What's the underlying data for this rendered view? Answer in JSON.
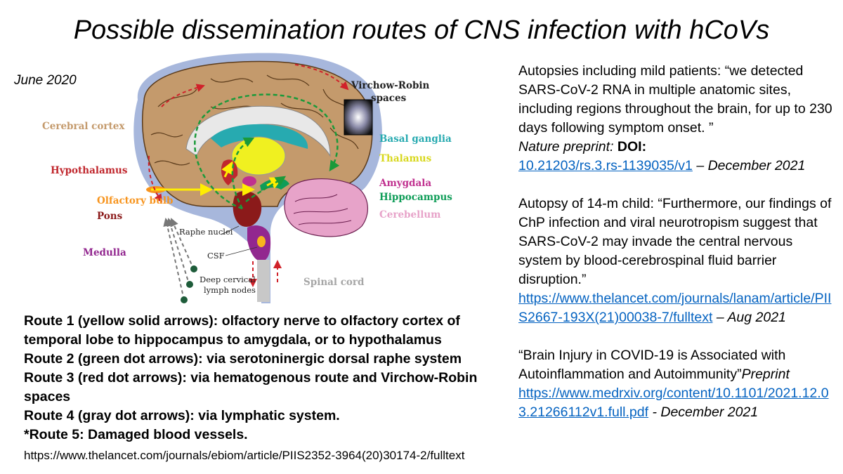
{
  "title": "Possible dissemination routes of CNS infection with hCoVs",
  "date": "June 2020",
  "diagram": {
    "labels": {
      "cerebral_cortex": "Cerebral cortex",
      "hypothalamus": "Hypothalamus",
      "olfactory_bulb": "Olfactory bulb",
      "pons": "Pons",
      "medulla": "Medulla",
      "virchow_1": "Virchow-Robin",
      "virchow_2": "spaces",
      "basal_ganglia": "Basal ganglia",
      "thalamus": "Thalamus",
      "amygdala": "Amygdala",
      "hippocampus": "Hippocampus",
      "cerebellum": "Cerebellum",
      "raphe": "Raphe nuclei",
      "csf": "CSF",
      "lymph_1": "Deep cervical",
      "lymph_2": "lymph nodes",
      "spinal_cord": "Spinal cord"
    },
    "colors": {
      "cerebral_cortex": "#c49a6c",
      "hypothalamus": "#c0272d",
      "olfactory_bulb": "#f7941d",
      "pons": "#8b1a1a",
      "medulla": "#92278f",
      "basal_ganglia": "#27aab0",
      "thalamus": "#d8d81e",
      "amygdala": "#c0308f",
      "hippocampus": "#0f9d58",
      "cerebellum": "#e7a3c9",
      "spinal_cord": "#a6a6a6"
    }
  },
  "routes": [
    "Route 1 (yellow solid arrows): olfactory nerve to olfactory cortex of",
    "temporal lobe to hippocampus to amygdala, or to hypothalamus",
    "Route 2 (green dot arrows): via serotoninergic dorsal raphe system",
    "Route 3 (red dot arrows): via hematogenous route and Virchow-Robin",
    "spaces",
    "Route 4 (gray dot arrows): via lymphatic system.",
    "*Route 5: Damaged blood vessels."
  ],
  "source_url": "https://www.thelancet.com/journals/ebiom/article/PIIS2352-3964(20)30174-2/fulltext",
  "notes": [
    {
      "text": "Autopsies including mild patients: “we detected SARS-CoV-2 RNA in multiple anatomic sites, including regions throughout the brain, for up to 230 days following symptom onset. ”",
      "source_label": "Nature preprint:",
      "doi_label": "DOI:",
      "link": "10.21203/rs.3.rs-1139035/v1",
      "date": "– December 2021"
    },
    {
      "text": "Autopsy of 14-m child: “Furthermore, our findings of ChP infection and viral neurotropism suggest that SARS-CoV-2 may invade the central nervous system by blood-cerebrospinal fluid barrier disruption.”",
      "link": "https://www.thelancet.com/journals/lanam/article/PIIS2667-193X(21)00038-7/fulltext",
      "date": "– Aug 2021"
    },
    {
      "text": "“Brain Injury in COVID-19 is Associated with Autoinflammation and Autoimmunity”",
      "source_label": "Preprint",
      "link": "https://www.medrxiv.org/content/10.1101/2021.12.03.21266112v1.full.pdf",
      "date": "- December 2021"
    }
  ]
}
